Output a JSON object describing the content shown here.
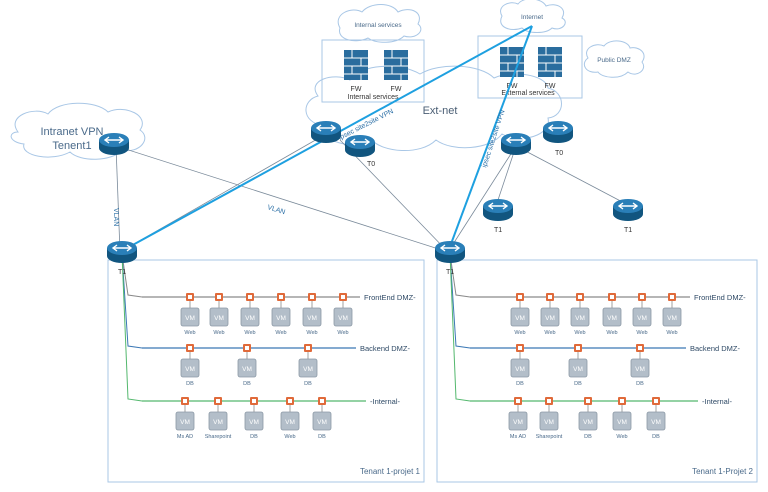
{
  "labels": {
    "internal_services": "Internal services",
    "internet": "Internet",
    "public_dmz": "Public DMZ",
    "ext_net": "Ext-net",
    "intranet_line1": "Intranet VPN",
    "intranet_line2": "Tenent1",
    "fw_internal_title": "Internal services",
    "fw_external_title": "External services",
    "fw": "FW",
    "ipsec": "ipsec site2site VPN",
    "vlan": "VLAN",
    "t0": "T0",
    "t1": "T1",
    "vm": "VM",
    "frontend": "FrontEnd DMZ-",
    "backend": "Backend DMZ-",
    "internal": "-Internal-"
  },
  "tenants": [
    {
      "name": "Tenant 1-projet 1",
      "frontend_vms": [
        "Web",
        "Web",
        "Web",
        "Web",
        "Web",
        "Web"
      ],
      "backend_vms": [
        "DB",
        "DB",
        "DB"
      ],
      "internal_vms": [
        "Ms AD",
        "Sharepoint",
        "DB",
        "Web",
        "DB"
      ]
    },
    {
      "name": "Tenant 1-Projet 2",
      "frontend_vms": [
        "Web",
        "Web",
        "Web",
        "Web",
        "Web",
        "Web"
      ],
      "backend_vms": [
        "DB",
        "DB",
        "DB"
      ],
      "internal_vms": [
        "Ms AD",
        "Sharepoint",
        "DB",
        "Web",
        "DB"
      ]
    }
  ],
  "colors": {
    "router": "#1b6aa0",
    "frontend_line": "#8a8a8a",
    "backend_line": "#3b78b5",
    "internal_line": "#54b86e",
    "vpn_line": "#1ea0e0",
    "tenant_border": "#a9c7e6",
    "firewall": "#e06a3a",
    "vm": "#a8b4c0"
  }
}
